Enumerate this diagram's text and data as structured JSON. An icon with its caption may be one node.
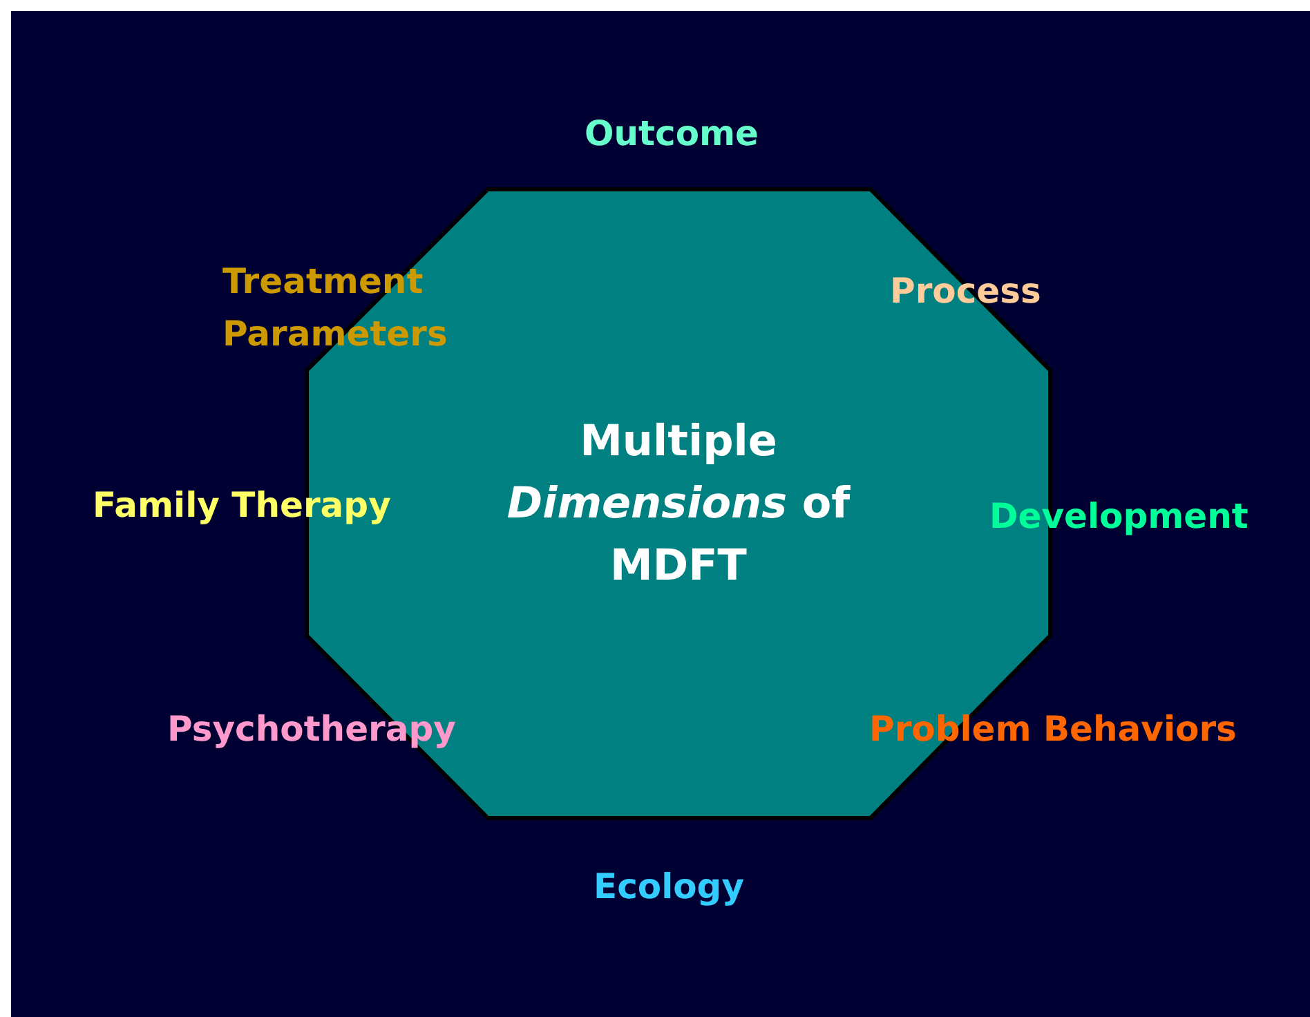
{
  "diagram": {
    "nodes": [
      {
        "text": [
          "Multiple *Dimensions* of MDFT"
        ]
      }
    ],
    "edges": [],
    "labels": [
      "Outcome",
      "Treatment Parameters",
      "Process",
      "Family Therapy",
      "Development",
      "Psychotherapy",
      "Problem Behaviors",
      "Ecology"
    ]
  }
}
